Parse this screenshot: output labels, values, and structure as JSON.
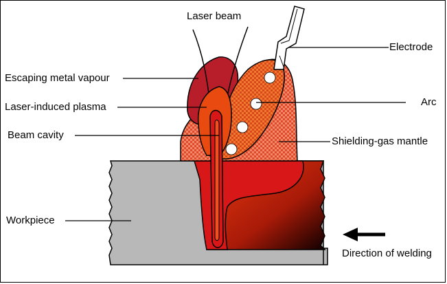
{
  "labels": {
    "laser_beam": "Laser beam",
    "electrode": "Electrode",
    "escaping_metal_vapour": "Escaping metal vapour",
    "laser_induced_plasma": "Laser-induced plasma",
    "arc": "Arc",
    "beam_cavity": "Beam cavity",
    "shielding_gas_mantle": "Shielding-gas mantle",
    "workpiece": "Workpiece",
    "direction_of_welding": "Direction of welding"
  },
  "colors": {
    "workpiece": "#b8b8b8",
    "weld_pool": "#d81818",
    "weld_dark": "#a80808",
    "plasma": "#e84a10",
    "vapour": "#b81e2a",
    "arc": "#e85a20",
    "shield_gas": "#f07a60",
    "outline": "#000000"
  }
}
